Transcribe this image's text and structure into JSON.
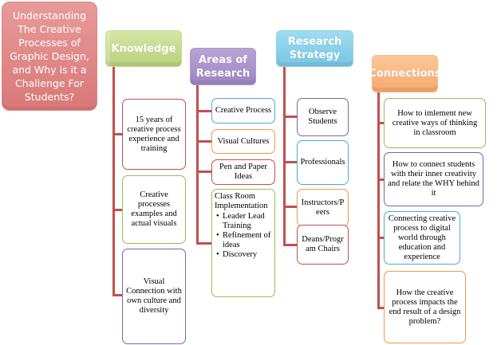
{
  "root": {
    "title": "Understanding The Creative Processes of Graphic Design, and Why is it a Challenge For Students?"
  },
  "columns": [
    {
      "heading": "Knowledge",
      "color": "#9bbb59",
      "items": [
        "15 years of creative process experience and training",
        "Creative processes examples and actual visuals",
        "Visual Connection with own culture and diversity"
      ]
    },
    {
      "heading": "Areas of Research",
      "color": "#8064a2",
      "items": [
        "Creative Process",
        "Visual Cultures",
        "Pen and Paper Ideas"
      ],
      "list_item": {
        "title": "Class Room Implementation",
        "bullets": [
          "Leader Lead Training",
          "Refinement of ideas",
          "Discovery"
        ]
      }
    },
    {
      "heading": "Research Strategy",
      "color": "#4bacc6",
      "items": [
        "Observe Students",
        "Professionals",
        "Instructors/Peers",
        "Deans/Program Chairs"
      ]
    },
    {
      "heading": "Connections",
      "color": "#f79646",
      "items": [
        "How to imlement new creative ways of thinking in classroom",
        "How to connect students with their inner creativity and relate the WHY behind it",
        "Connecting creative process to digital world through education and experience",
        "How the creative process impacts the end result of a design problem?"
      ]
    }
  ]
}
